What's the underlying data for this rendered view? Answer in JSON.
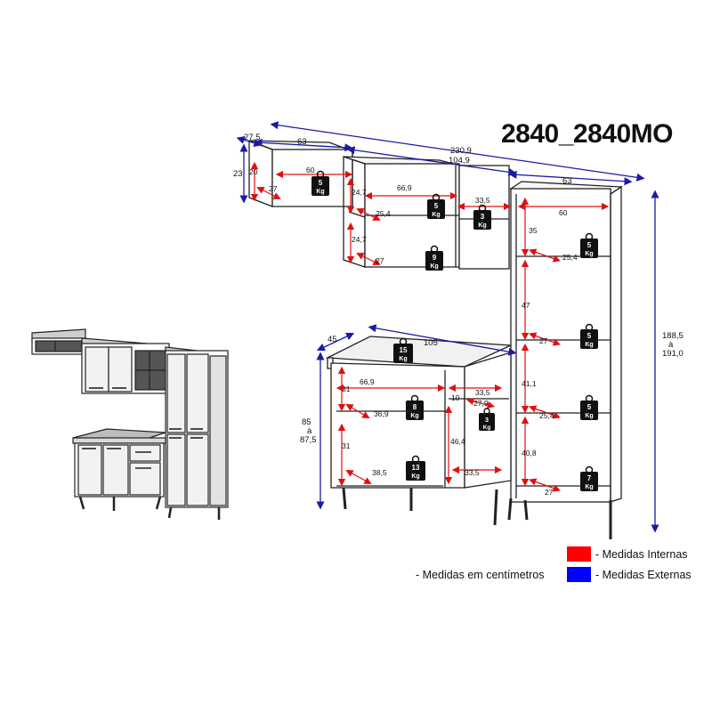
{
  "product_code": "2840_2840MO",
  "units_note": "- Medidas em centímetros",
  "legend": {
    "internal": {
      "label": "- Medidas Internas",
      "color": "#ff0000"
    },
    "external": {
      "label": "- Medidas Externas",
      "color": "#0000ff"
    }
  },
  "dimensions": {
    "external": {
      "top_total_width": "230,9",
      "top_center_width": "104,9",
      "top_left_width": "63",
      "top_left_depth": "27,5",
      "top_left_height": "23",
      "tall_width": "63",
      "tall_height_a": "188,5",
      "tall_height_sep": "à",
      "tall_height_b": "191,0",
      "base_depth": "45",
      "base_width": "105",
      "base_height_a": "85",
      "base_height_sep": "à",
      "base_height_b": "87,5"
    },
    "internal": {
      "left_niche_width": "60",
      "left_niche_height": "20",
      "left_niche_depth": "27",
      "center_upper_width": "66,9",
      "center_upper_height": "24,7",
      "center_upper_depth": "25,4",
      "center_lower_height": "24,7",
      "center_lower_depth": "27",
      "center_niche_width": "33,5",
      "tall_width": "60",
      "tall_top_height": "35",
      "tall_top_depth": "25,4",
      "tall_h1": "47",
      "tall_d1": "27",
      "tall_h2": "41,1",
      "tall_d2": "25,4",
      "tall_h3": "40,8",
      "tall_d3": "27",
      "base_width": "66,9",
      "base_upper_height": "31",
      "base_upper_depth": "36,9",
      "base_lower_height": "31",
      "base_lower_depth": "38,5",
      "drawer_width": "33,5",
      "drawer_small": "10",
      "drawer_depth": "27,9",
      "drawer_height": "46,4",
      "drawer_bottom_width": "33,5"
    }
  },
  "load_capacities": [
    {
      "value": "5",
      "unit": "Kg"
    },
    {
      "value": "5",
      "unit": "Kg"
    },
    {
      "value": "3",
      "unit": "Kg"
    },
    {
      "value": "9",
      "unit": "Kg"
    },
    {
      "value": "5",
      "unit": "Kg"
    },
    {
      "value": "5",
      "unit": "Kg"
    },
    {
      "value": "5",
      "unit": "Kg"
    },
    {
      "value": "7",
      "unit": "Kg"
    },
    {
      "value": "15",
      "unit": "Kg"
    },
    {
      "value": "8",
      "unit": "Kg"
    },
    {
      "value": "13",
      "unit": "Kg"
    },
    {
      "value": "3",
      "unit": "Kg"
    }
  ]
}
